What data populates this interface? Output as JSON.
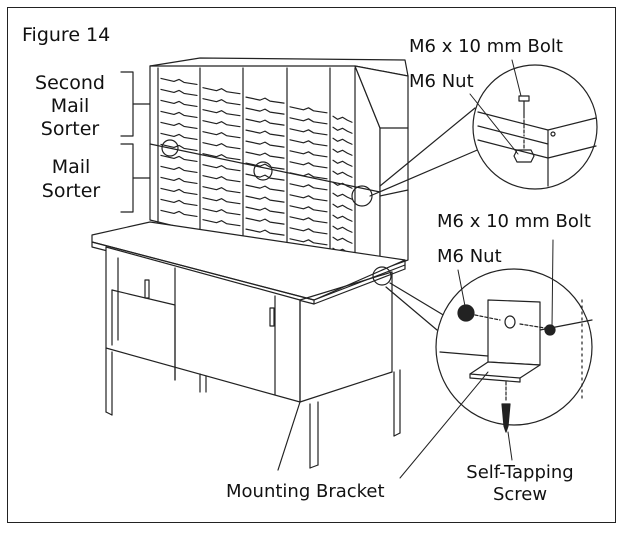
{
  "figure": {
    "title": "Figure 14",
    "labels": {
      "second_mail_sorter": [
        "Second",
        "Mail",
        "Sorter"
      ],
      "mail_sorter": [
        "Mail",
        "Sorter"
      ],
      "top_bolt": "M6 x 10 mm Bolt",
      "top_nut": "M6 Nut",
      "bottom_bolt": "M6 x 10 mm Bolt",
      "bottom_nut": "M6 Nut",
      "mounting_bracket": "Mounting Bracket",
      "self_tapping_screw": [
        "Self-Tapping",
        "Screw"
      ]
    }
  },
  "style": {
    "line_color": "#222222",
    "background": "#ffffff"
  }
}
